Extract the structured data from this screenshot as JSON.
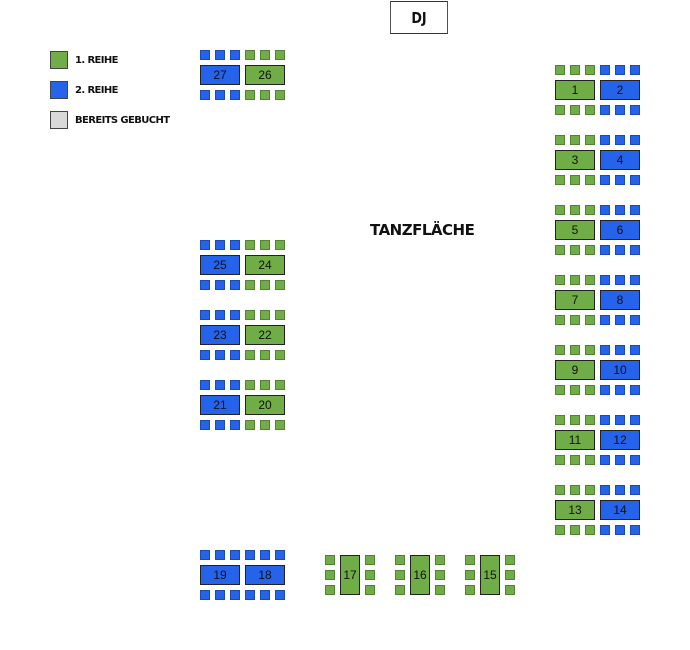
{
  "colors": {
    "reihe1": "#70ad47",
    "reihe2": "#2563eb",
    "gebucht": "#d9d9d9"
  },
  "stage": {
    "dj_label": "DJ"
  },
  "dance_floor": {
    "label": "TANZFLÄCHE"
  },
  "legend": [
    {
      "label": "1. REIHE",
      "color": "reihe1"
    },
    {
      "label": "2. REIHE",
      "color": "reihe2"
    },
    {
      "label": "BEREITS GEBUCHT",
      "color": "gebucht"
    }
  ],
  "tables": [
    {
      "number": "1",
      "row": "reihe1"
    },
    {
      "number": "2",
      "row": "reihe2"
    },
    {
      "number": "3",
      "row": "reihe1"
    },
    {
      "number": "4",
      "row": "reihe2"
    },
    {
      "number": "5",
      "row": "reihe1"
    },
    {
      "number": "6",
      "row": "reihe2"
    },
    {
      "number": "7",
      "row": "reihe1"
    },
    {
      "number": "8",
      "row": "reihe2"
    },
    {
      "number": "9",
      "row": "reihe1"
    },
    {
      "number": "10",
      "row": "reihe2"
    },
    {
      "number": "11",
      "row": "reihe1"
    },
    {
      "number": "12",
      "row": "reihe2"
    },
    {
      "number": "13",
      "row": "reihe1"
    },
    {
      "number": "14",
      "row": "reihe2"
    },
    {
      "number": "15",
      "row": "reihe1"
    },
    {
      "number": "16",
      "row": "reihe1"
    },
    {
      "number": "17",
      "row": "reihe1"
    },
    {
      "number": "18",
      "row": "reihe2"
    },
    {
      "number": "19",
      "row": "reihe2"
    },
    {
      "number": "20",
      "row": "reihe1"
    },
    {
      "number": "21",
      "row": "reihe2"
    },
    {
      "number": "22",
      "row": "reihe1"
    },
    {
      "number": "23",
      "row": "reihe2"
    },
    {
      "number": "24",
      "row": "reihe1"
    },
    {
      "number": "25",
      "row": "reihe2"
    },
    {
      "number": "26",
      "row": "reihe1"
    },
    {
      "number": "27",
      "row": "reihe2"
    }
  ]
}
